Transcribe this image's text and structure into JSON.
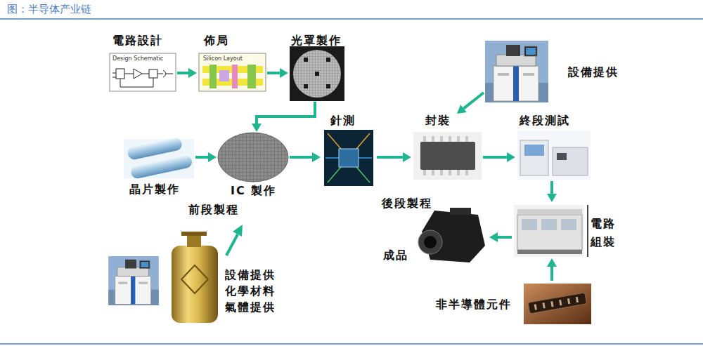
{
  "diagram": {
    "title": "图：半导体产业链",
    "nodes": [
      {
        "text": [
          "電路設計"
        ]
      },
      {
        "text": [
          "佈局"
        ]
      },
      {
        "text": [
          "光罩製作"
        ]
      },
      {
        "text": [
          "設備提供"
        ]
      },
      {
        "text": [
          "晶片製作"
        ]
      },
      {
        "text": [
          "IC 製作"
        ]
      },
      {
        "text": [
          "針測"
        ]
      },
      {
        "text": [
          "封裝"
        ]
      },
      {
        "text": [
          "終段測試"
        ]
      },
      {
        "text": [
          "電路組裝"
        ]
      },
      {
        "text": [
          "成品"
        ]
      },
      {
        "text": [
          "非半導體元件"
        ]
      },
      {
        "text": [
          "設備提供 化學材料 氣體提供"
        ]
      }
    ],
    "edges": [
      {
        "from": 0,
        "to": 1,
        "arrow": "to"
      },
      {
        "from": 1,
        "to": 2,
        "arrow": "to"
      },
      {
        "from": 2,
        "to": 5,
        "arrow": "to"
      },
      {
        "from": 4,
        "to": 5,
        "arrow": "to"
      },
      {
        "from": 5,
        "to": 6,
        "arrow": "to"
      },
      {
        "from": 6,
        "to": 7,
        "arrow": "to"
      },
      {
        "from": 3,
        "to": 7,
        "arrow": "to"
      },
      {
        "from": 7,
        "to": 8,
        "arrow": "to"
      },
      {
        "from": 8,
        "to": 9,
        "arrow": "to"
      },
      {
        "from": 9,
        "to": 10,
        "arrow": "to"
      },
      {
        "from": 11,
        "to": 9,
        "arrow": "to"
      }
    ],
    "labels": [
      "前段製程",
      "後段製程",
      "Design Schematic",
      "Silicon Layout"
    ]
  }
}
